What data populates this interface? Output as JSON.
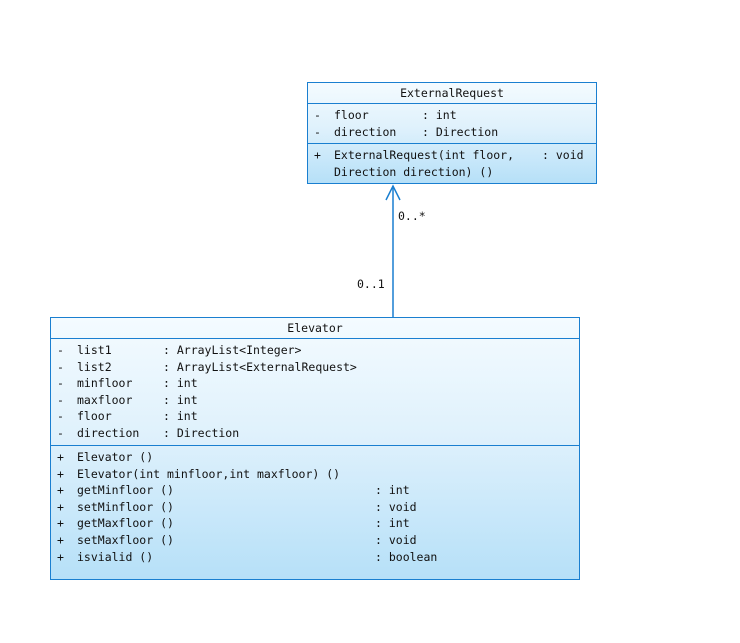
{
  "classes": {
    "external_request": {
      "name": "ExternalRequest",
      "attributes": [
        {
          "vis": "-",
          "name": "floor",
          "type": ": int"
        },
        {
          "vis": "-",
          "name": "direction",
          "type": ": Direction"
        }
      ],
      "operations": [
        {
          "vis": "+",
          "line1": "ExternalRequest(int floor,",
          "line2": "Direction direction) ()",
          "type": ": void"
        }
      ]
    },
    "elevator": {
      "name": "Elevator",
      "attributes": [
        {
          "vis": "-",
          "name": "list1",
          "type": ": ArrayList<Integer>"
        },
        {
          "vis": "-",
          "name": "list2",
          "type": ": ArrayList<ExternalRequest>"
        },
        {
          "vis": "-",
          "name": "minfloor",
          "type": ": int"
        },
        {
          "vis": "-",
          "name": "maxfloor",
          "type": ": int"
        },
        {
          "vis": "-",
          "name": "floor",
          "type": ": int"
        },
        {
          "vis": "-",
          "name": "direction",
          "type": ": Direction"
        }
      ],
      "operations": [
        {
          "vis": "+",
          "name": "Elevator ()",
          "type": ""
        },
        {
          "vis": "+",
          "name": "Elevator(int minfloor,int maxfloor) ()",
          "type": ""
        },
        {
          "vis": "+",
          "name": "getMinfloor ()",
          "type": ": int"
        },
        {
          "vis": "+",
          "name": "setMinfloor ()",
          "type": ": void"
        },
        {
          "vis": "+",
          "name": "getMaxfloor ()",
          "type": ": int"
        },
        {
          "vis": "+",
          "name": "setMaxfloor ()",
          "type": ": void"
        },
        {
          "vis": "+",
          "name": "isvialid ()",
          "type": ": boolean"
        }
      ]
    }
  },
  "association": {
    "target_multiplicity": "0..*",
    "source_multiplicity": "0..1"
  },
  "colors": {
    "border": "#1a7fd0",
    "line": "#1a7fd0"
  }
}
